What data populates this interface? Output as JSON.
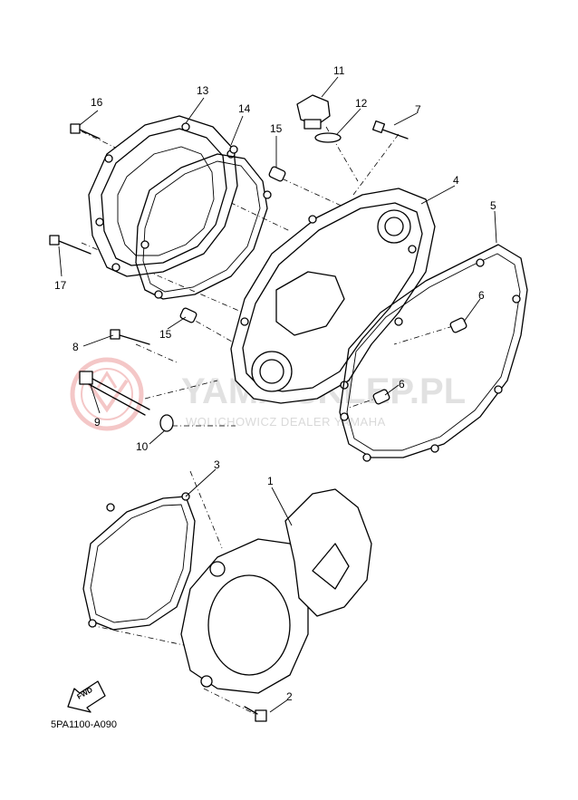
{
  "diagram": {
    "watermark": {
      "main": "YAMA SKLEP.PL",
      "sub": "WOLICHOWICZ DEALER YAMAHA"
    },
    "fwd_label": "FWD",
    "drawing_code": "5PA1100-A090",
    "callouts": {
      "p1": "1",
      "p2": "2",
      "p3": "3",
      "p4": "4",
      "p5": "5",
      "p6a": "6",
      "p6b": "6",
      "p7": "7",
      "p8": "8",
      "p9": "9",
      "p10": "10",
      "p11": "11",
      "p12": "12",
      "p13": "13",
      "p14": "14",
      "p15a": "15",
      "p15b": "15",
      "p16": "16",
      "p17": "17"
    }
  }
}
